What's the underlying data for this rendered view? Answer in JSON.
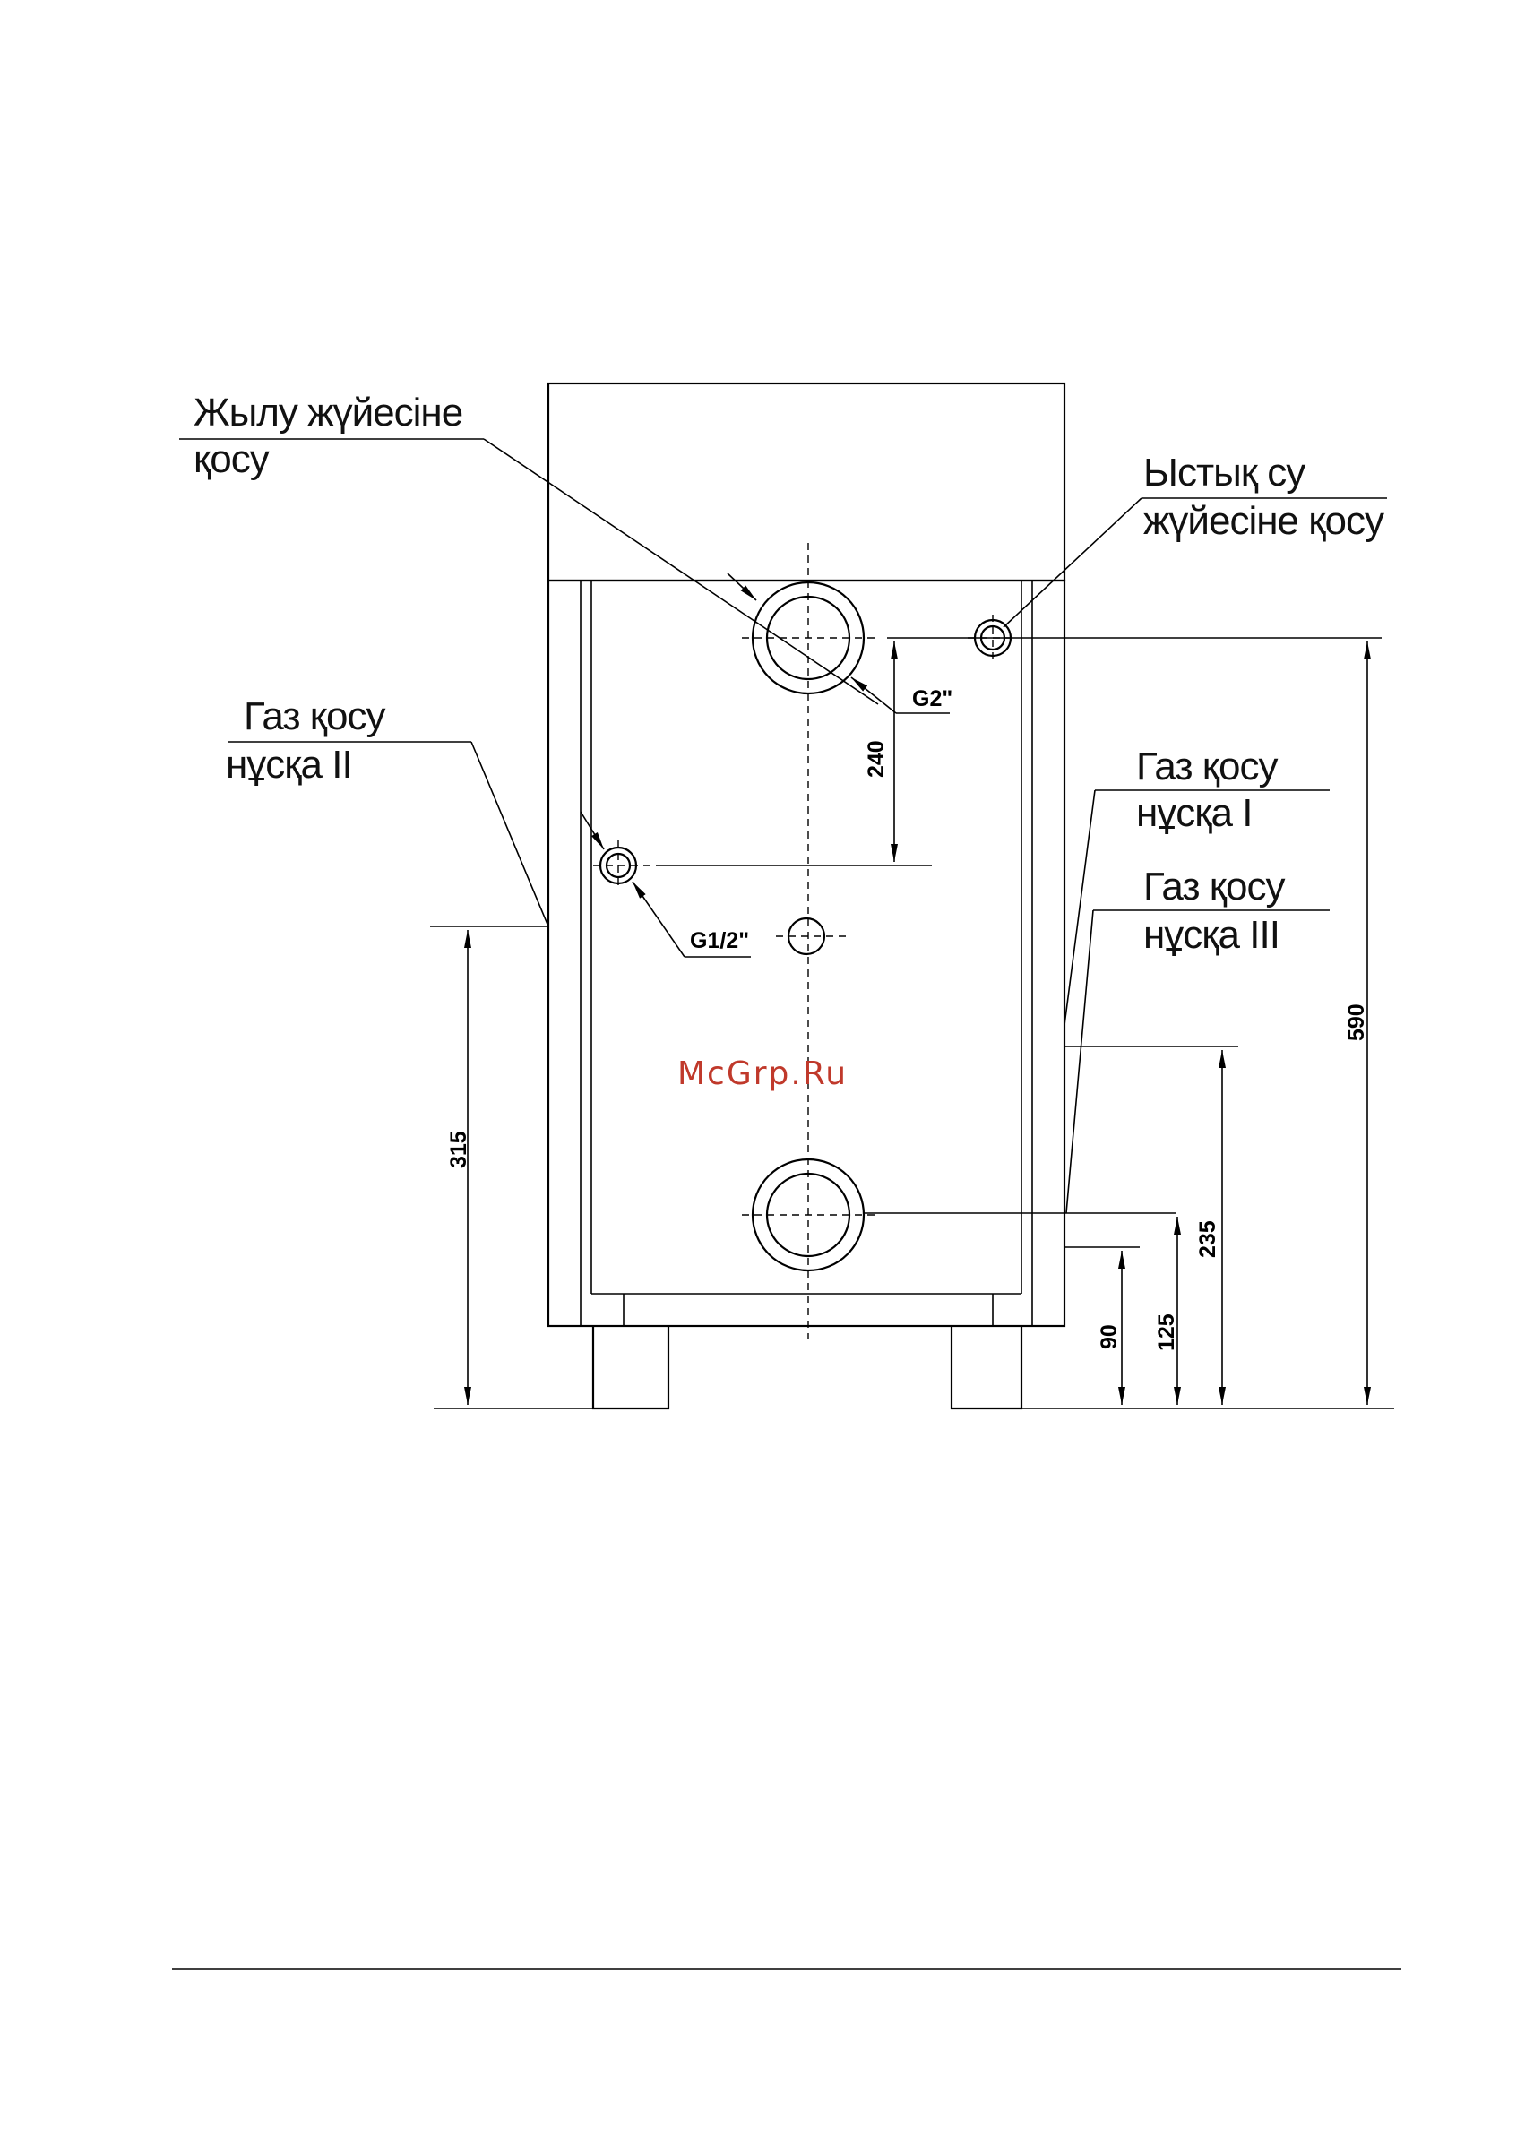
{
  "labels": {
    "heating_connection": [
      "Жылу жүйесіне",
      "қосу"
    ],
    "hot_water_connection": [
      "Ыстық су",
      "жүйесіне қосу"
    ],
    "gas_option_2": [
      "Газ қосу",
      "нұсқа II"
    ],
    "gas_option_1": [
      "Газ қосу",
      "нұсқа I"
    ],
    "gas_option_3": [
      "Газ қосу",
      "нұсқа III"
    ]
  },
  "threads": {
    "main_pipe": "G2\"",
    "gas_pipe": "G1/2\""
  },
  "dimensions": {
    "d240": "240",
    "d315": "315",
    "d590": "590",
    "d235": "235",
    "d125": "125",
    "d90": "90"
  },
  "watermark": "McGrp.Ru"
}
